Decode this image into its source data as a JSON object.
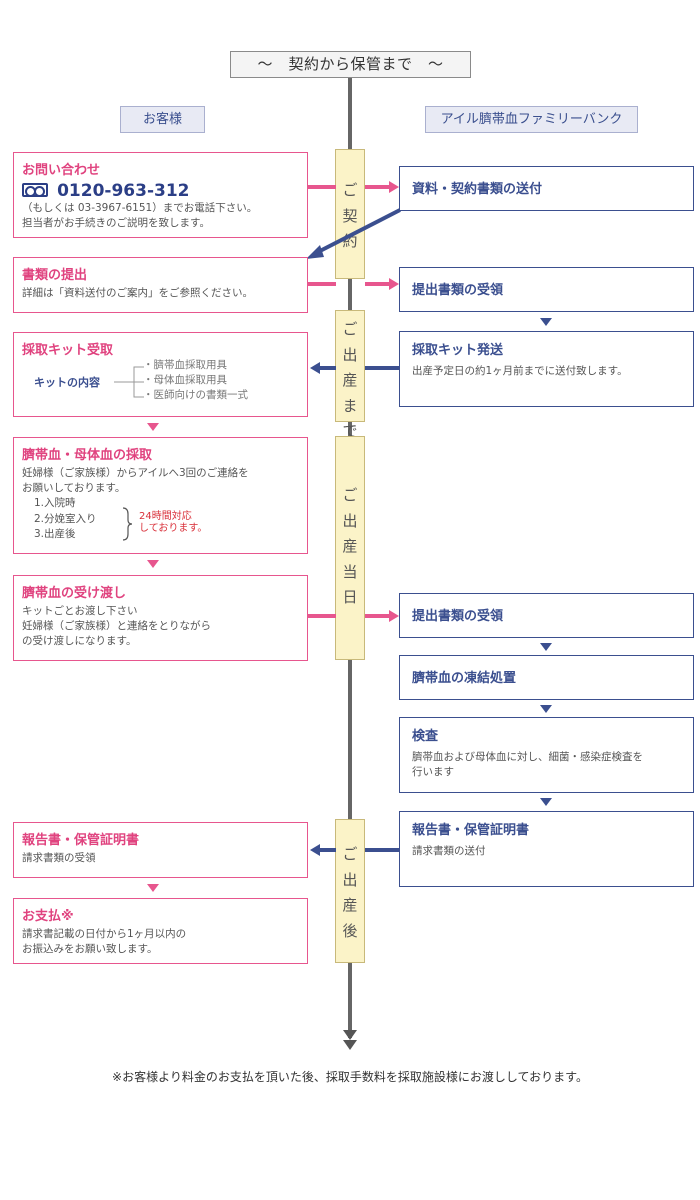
{
  "title": "～　契約から保管まで　～",
  "columns": {
    "customer": "お客様",
    "company": "アイル臍帯血ファミリーバンク"
  },
  "phases": [
    {
      "label": [
        "ご",
        "契",
        "約"
      ]
    },
    {
      "label": [
        "ご",
        "出",
        "産",
        "ま",
        "で"
      ]
    },
    {
      "label": [
        "ご",
        "出",
        "産",
        "当",
        "日"
      ]
    },
    {
      "label": [
        "ご",
        "出",
        "産",
        "後"
      ]
    }
  ],
  "customer_steps": {
    "inquiry": {
      "title": "お問い合わせ",
      "phone": "0120-963-312",
      "phone_icon": "freedial-icon",
      "desc1": "（もしくは 03-3967-6151）までお電話下さい。",
      "desc2": "担当者がお手続きのご説明を致します。"
    },
    "submit": {
      "title": "書類の提出",
      "desc": "詳細は「資料送付のご案内」をご参照ください。"
    },
    "kit": {
      "title": "採取キット受取",
      "contents_label": "キットの内容",
      "items": [
        "・臍帯血採取用具",
        "・母体血採取用具",
        "・医師向けの書類一式"
      ]
    },
    "collection": {
      "title": "臍帯血・母体血の採取",
      "desc1": "妊婦様（ご家族様）からアイルへ3回のご連絡を",
      "desc2": "お願いしております。",
      "steps": [
        "1.入院時",
        "2.分娩室入り",
        "3.出産後"
      ],
      "note1": "24時間対応",
      "note2": "しております。"
    },
    "handover": {
      "title": "臍帯血の受け渡し",
      "desc1": "キットごとお渡し下さい",
      "desc2": "妊婦様（ご家族様）と連絡をとりながら",
      "desc3": "の受け渡しになります。"
    },
    "report": {
      "title": "報告書・保管証明書",
      "desc": "請求書類の受領"
    },
    "payment": {
      "title": "お支払※",
      "desc1": "請求書記載の日付から1ヶ月以内の",
      "desc2": "お振込みをお願い致します。"
    }
  },
  "company_steps": {
    "send_docs": {
      "title": "資料・契約書類の送付"
    },
    "receive_docs": {
      "title": "提出書類の受領"
    },
    "ship_kit": {
      "title": "採取キット発送",
      "desc": "出産予定日の約1ヶ月前までに送付致します。"
    },
    "receive_docs2": {
      "title": "提出書類の受領"
    },
    "freeze": {
      "title": "臍帯血の凍結処置"
    },
    "test": {
      "title": "検査",
      "desc1": "臍帯血および母体血に対し、細菌・感染症検査を",
      "desc2": "行います"
    },
    "report": {
      "title": "報告書・保管証明書",
      "desc": "請求書類の送付"
    }
  },
  "footer": "※お客様より料金のお支払を頂いた後、採取手数料を採取施設様にお渡ししております。",
  "colors": {
    "customer": "#e7568e",
    "company": "#3b4f8f",
    "phase_bg": "#fbf3c8"
  }
}
